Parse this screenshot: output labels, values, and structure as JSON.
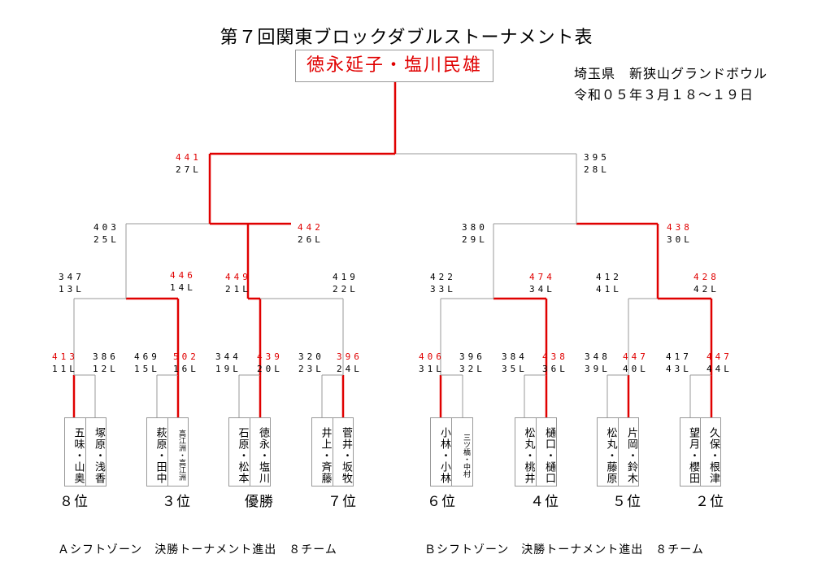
{
  "title": "第７回関東ブロックダブルストーナメント表",
  "champion": "徳永延子・塩川民雄",
  "venue": {
    "line1": "埼玉県　新狭山グランドボウル",
    "line2": "令和０５年３月１８～１９日"
  },
  "footer": {
    "a_zone": "Ａシフトゾーン　決勝トーナメント進出　８チーム",
    "b_zone": "Ｂシフトゾーン　決勝トーナメント進出　８チーム"
  },
  "colors": {
    "winner": "#e00000",
    "loser_line": "#999999",
    "text": "#000000"
  },
  "teams": [
    {
      "top": "五味・山奥",
      "score": "413",
      "lane": "11L",
      "winner": true
    },
    {
      "top": "塚原・浅香",
      "score": "386",
      "lane": "12L",
      "winner": false
    },
    {
      "top": "萩原・田中",
      "score": "469",
      "lane": "15L",
      "winner": false
    },
    {
      "top": "高江洲・高江洲",
      "score": "502",
      "lane": "16L",
      "winner": true
    },
    {
      "top": "石原・松本",
      "score": "344",
      "lane": "19L",
      "winner": false
    },
    {
      "top": "徳永・塩川",
      "score": "439",
      "lane": "20L",
      "winner": true
    },
    {
      "top": "井上・斉藤",
      "score": "320",
      "lane": "23L",
      "winner": false
    },
    {
      "top": "菅井・坂牧",
      "score": "396",
      "lane": "24L",
      "winner": true
    },
    {
      "top": "小林・小林",
      "score": "406",
      "lane": "31L",
      "winner": true
    },
    {
      "top": "三ツ橋・中村",
      "score": "396",
      "lane": "32L",
      "winner": false
    },
    {
      "top": "松丸・桃井",
      "score": "384",
      "lane": "35L",
      "winner": false
    },
    {
      "top": "樋口・樋口",
      "score": "438",
      "lane": "36L",
      "winner": true
    },
    {
      "top": "松丸・藤原",
      "score": "348",
      "lane": "39L",
      "winner": false
    },
    {
      "top": "片岡・鈴木",
      "score": "447",
      "lane": "40L",
      "winner": true
    },
    {
      "top": "望月・櫻田",
      "score": "417",
      "lane": "43L",
      "winner": false
    },
    {
      "top": "久保・根津",
      "score": "447",
      "lane": "44L",
      "winner": true
    }
  ],
  "rounds": {
    "quarterfinals": [
      {
        "left": {
          "score": "347",
          "lane": "13L"
        },
        "right": {
          "score": "446",
          "lane": "14L"
        },
        "winner": "right"
      },
      {
        "left": {
          "score": "449",
          "lane": "21L"
        },
        "right": {
          "score": "419",
          "lane": "22L"
        },
        "winner": "left"
      },
      {
        "left": {
          "score": "422",
          "lane": "33L"
        },
        "right": {
          "score": "474",
          "lane": "34L"
        },
        "winner": "right"
      },
      {
        "left": {
          "score": "412",
          "lane": "41L"
        },
        "right": {
          "score": "428",
          "lane": "42L"
        },
        "winner": "right"
      }
    ],
    "semifinals": [
      {
        "left": {
          "score": "403",
          "lane": "25L"
        },
        "right": {
          "score": "442",
          "lane": "26L"
        },
        "winner": "right"
      },
      {
        "left": {
          "score": "380",
          "lane": "29L"
        },
        "right": {
          "score": "438",
          "lane": "30L"
        },
        "winner": "right"
      }
    ],
    "final": {
      "left": {
        "score": "441",
        "lane": "27L"
      },
      "right": {
        "score": "395",
        "lane": "28L"
      },
      "winner": "left"
    }
  },
  "ranks": [
    "８位",
    "３位",
    "優勝",
    "７位",
    "６位",
    "４位",
    "５位",
    "２位"
  ]
}
